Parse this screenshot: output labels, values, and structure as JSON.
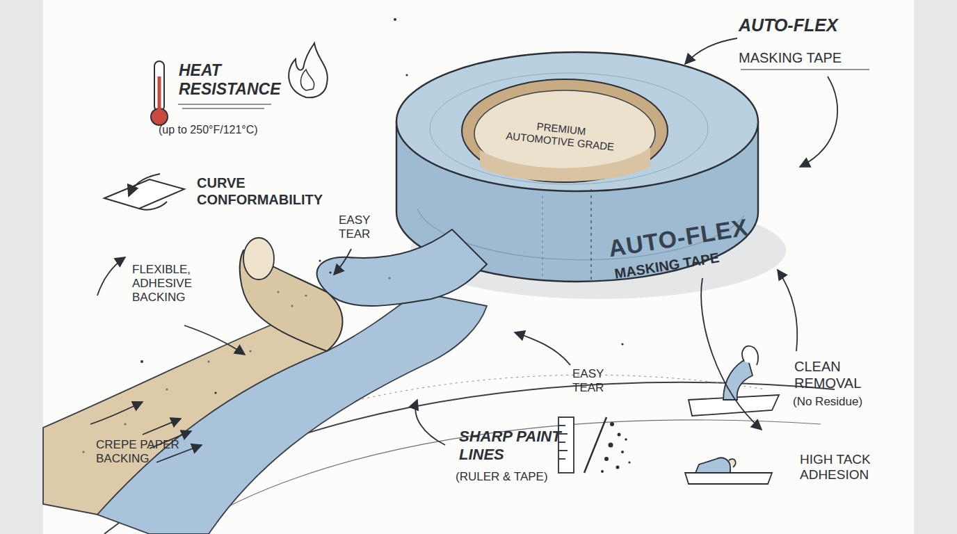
{
  "diagram": {
    "labels": [
      "HEAT RESISTANCE",
      "(up to 250°F/121°C)",
      "CURVE CONFORMABILITY",
      "EASY TEAR",
      "FLEXIBLE, ADHESIVE BACKING",
      "CREPE PAPER BACKING",
      "PREMIUM AUTOMOTIVE GRADE",
      "AUTO-FLEX",
      "MASKING TAPE",
      "AUTO-FLEX",
      "MASKING TAPE",
      "EASY TEAR",
      "SHARP PAINT LINES",
      "(RULER & TAPE)",
      "CLEAN REMOVAL",
      "(No Residue)",
      "HIGH TACK ADHESION"
    ]
  }
}
